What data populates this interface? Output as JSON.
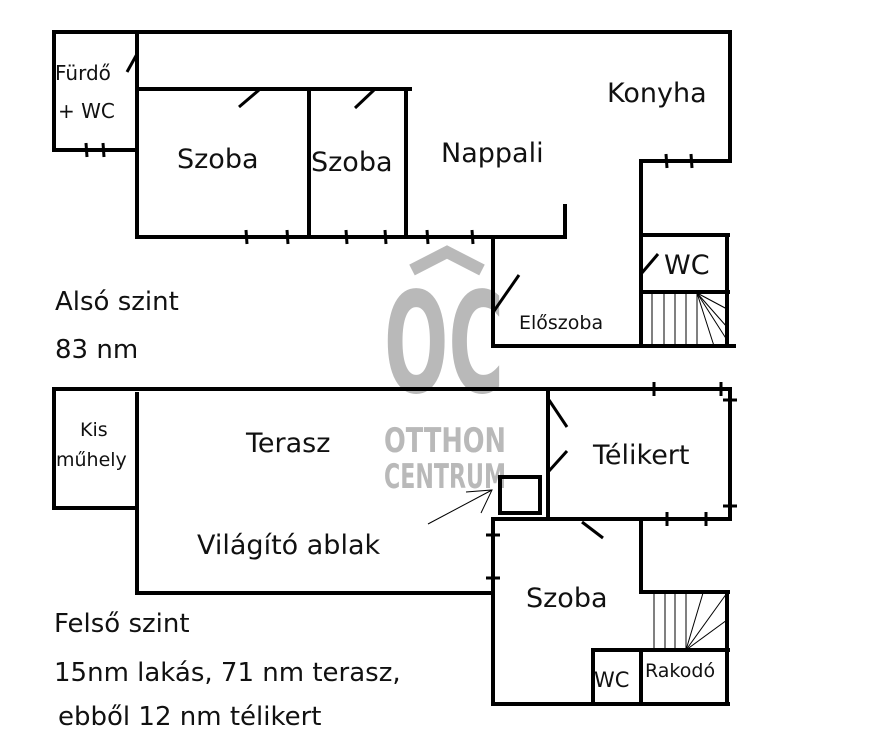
{
  "watermark": {
    "logo": "ÔC",
    "line1": "OTTHON",
    "line2": "CENTRUM",
    "color": "#b9b9b9"
  },
  "lower_level": {
    "title": "Alsó szint",
    "area": "83 nm",
    "rooms": {
      "bath": [
        "Fürdő",
        "+ WC"
      ],
      "room1": "Szoba",
      "room2": "Szoba",
      "living": "Nappali",
      "kitchen": "Konyha",
      "wc": "WC",
      "hall": "Előszoba"
    }
  },
  "upper_level": {
    "title": "Felső szint",
    "line1": "15nm lakás, 71 nm terasz,",
    "line2": "ebből 12 nm télikert",
    "rooms": {
      "workshop": [
        "Kis",
        "műhely"
      ],
      "terrace": "Terasz",
      "skylight": "Világító ablak",
      "winter_garden": "Télikert",
      "room": "Szoba",
      "wc": "WC",
      "storage": "Rakodó"
    }
  },
  "colors": {
    "wall": "#000000",
    "text": "#111111"
  }
}
